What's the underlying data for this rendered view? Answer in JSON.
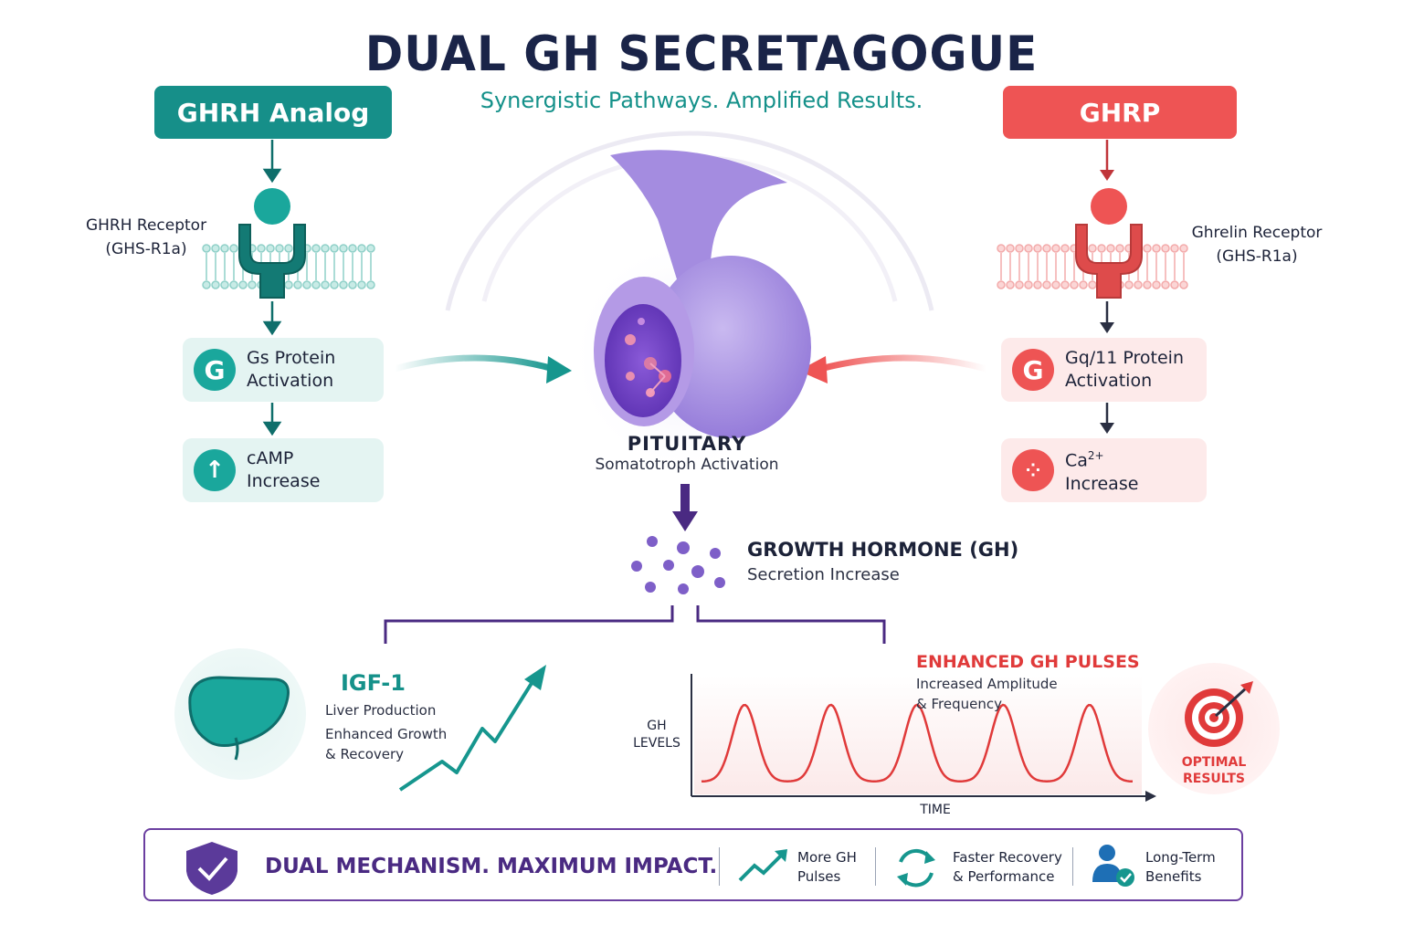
{
  "title": "DUAL GH SECRETAGOGUE",
  "subtitle": "Synergistic Pathways. Amplified Results.",
  "left_pathway": {
    "agent": "GHRH Analog",
    "receptor_line1": "GHRH Receptor",
    "receptor_line2": "(GHS-R1a)",
    "step1_badge": "G",
    "step1_line1": "Gs Protein",
    "step1_line2": "Activation",
    "step2_line1": "cAMP",
    "step2_line2": "Increase",
    "accent": "#16968e"
  },
  "right_pathway": {
    "agent": "GHRP",
    "receptor_line1": "Ghrelin Receptor",
    "receptor_line2": "(GHS-R1a)",
    "step1_badge": "G",
    "step1_line1": "Gq/11 Protein",
    "step1_line2": "Activation",
    "step2_line1": "Ca",
    "step2_sup": "2+",
    "step2_line2": "Increase",
    "accent": "#ee5454"
  },
  "pituitary": {
    "title": "PITUITARY",
    "subtitle": "Somatotroph Activation",
    "color": "#9b82dc"
  },
  "growth_hormone": {
    "title": "GROWTH HORMONE (GH)",
    "subtitle": "Secretion Increase"
  },
  "igf1": {
    "title": "IGF-1",
    "line1": "Liver Production",
    "line2": "Enhanced Growth",
    "line3": "& Recovery"
  },
  "gh_pulses": {
    "title": "ENHANCED GH PULSES",
    "line1": "Increased Amplitude",
    "line2": "& Frequency",
    "y_label_1": "GH",
    "y_label_2": "LEVELS",
    "x_label": "TIME",
    "pulse_count": 5
  },
  "optimal": {
    "line1": "OPTIMAL",
    "line2": "RESULTS"
  },
  "banner": {
    "main": "DUAL MECHANISM. MAXIMUM IMPACT.",
    "features": [
      {
        "line1": "More GH",
        "line2": "Pulses",
        "icon": "trend-up-icon"
      },
      {
        "line1": "Faster Recovery",
        "line2": "& Performance",
        "icon": "refresh-icon"
      },
      {
        "line1": "Long-Term",
        "line2": "Benefits",
        "icon": "user-check-icon"
      }
    ]
  }
}
